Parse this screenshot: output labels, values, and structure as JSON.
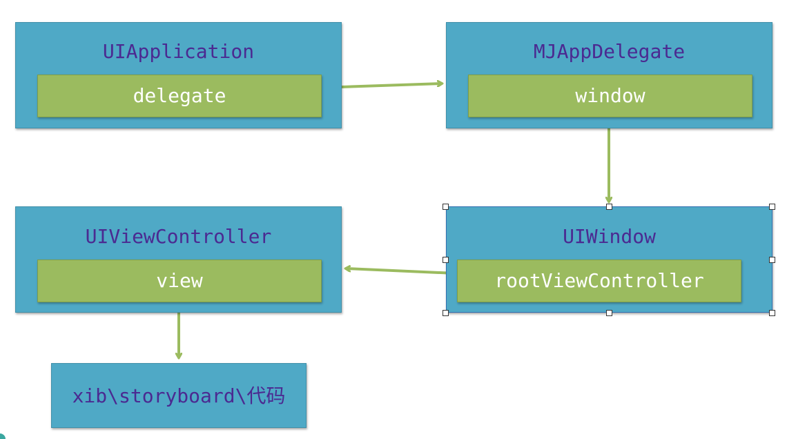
{
  "diagram": {
    "boxes": {
      "ui_application": {
        "title": "UIApplication",
        "field": "delegate"
      },
      "mj_app_delegate": {
        "title": "MJAppDelegate",
        "field": "window"
      },
      "ui_window": {
        "title": "UIWindow",
        "field": "rootViewController"
      },
      "ui_view_controller": {
        "title": "UIViewController",
        "field": "view"
      },
      "xib_storyboard": {
        "title": "xib\\storyboard\\代码"
      }
    },
    "colors": {
      "box_fill": "#4fa9c6",
      "field_fill": "#9bbb5f",
      "title_text": "#4b2a91",
      "field_text": "#ffffff",
      "arrow": "#9bbb5f"
    },
    "selected_box": "ui_window"
  }
}
